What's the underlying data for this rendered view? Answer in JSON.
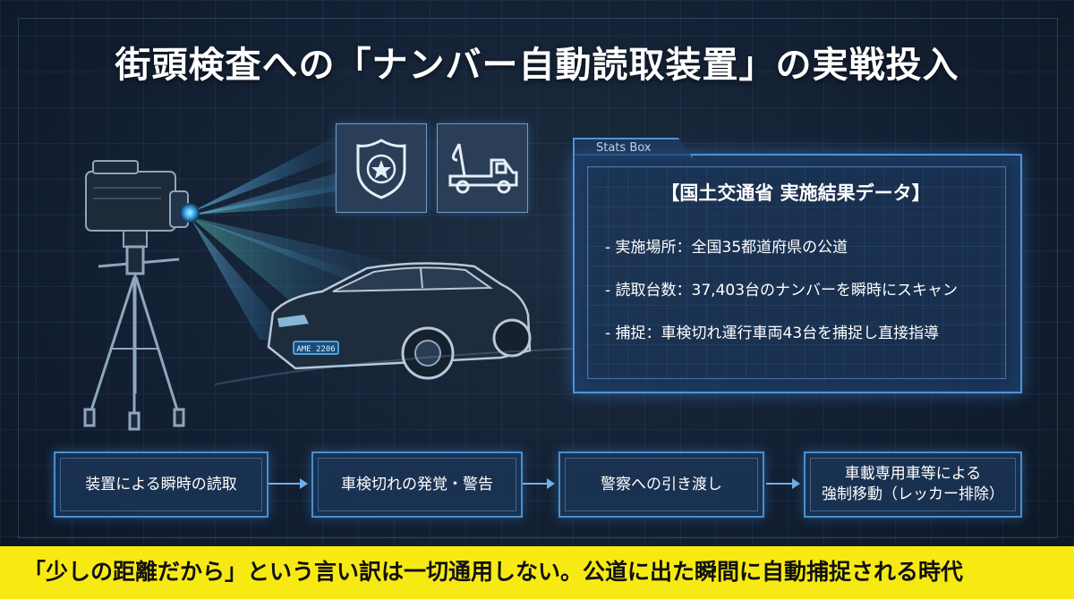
{
  "title": "街頭検査への「ナンバー自動読取装置」の実戦投入",
  "scene": {
    "plate_text": "AME 2206",
    "icons": [
      "police-badge-icon",
      "tow-truck-icon"
    ]
  },
  "stats_box": {
    "tab_label": "Stats Box",
    "heading": "【国土交通省 実施結果データ】",
    "items": [
      "- 実施場所：全国35都道府県の公道",
      "- 読取台数：37,403台のナンバーを瞬時にスキャン",
      "- 捕捉：車検切れ運行車両43台を捕捉し直接指導"
    ]
  },
  "flow": [
    {
      "line1": "装置による瞬時の読取",
      "line2": ""
    },
    {
      "line1": "車検切れの発覚・警告",
      "line2": ""
    },
    {
      "line1": "警察への引き渡し",
      "line2": ""
    },
    {
      "line1": "車載専用車等による",
      "line2": "強制移動（レッカー排除）"
    }
  ],
  "banner": {
    "text": "「少しの距離だから」という言い訳は一切通用しない。公道に出た瞬間に自動捕捉される時代"
  },
  "colors": {
    "background": "#132033",
    "accent": "#4f93d6",
    "banner": "#f7ea12"
  }
}
